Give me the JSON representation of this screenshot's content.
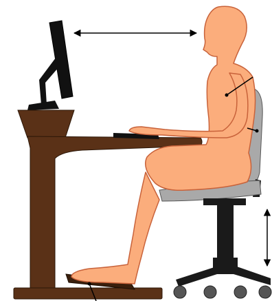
{
  "diagram": {
    "subject": "ergonomic-seated-workstation",
    "colors": {
      "skin": "#fbad7c",
      "skin_stroke": "#c8623a",
      "desk": "#5a3117",
      "desk_stroke": "#2b1607",
      "monitor": "#111111",
      "chair_seat": "#a9a9a9",
      "chair_frame": "#1a1a1a",
      "wheel": "#555555",
      "arrow": "#000000"
    },
    "parts": [
      "monitor",
      "desk",
      "keyboard",
      "footrest",
      "person",
      "chair",
      "viewing-distance-arrow",
      "seat-height-arrow",
      "back-pointer",
      "lumbar-pointer",
      "footrest-pointer"
    ]
  }
}
